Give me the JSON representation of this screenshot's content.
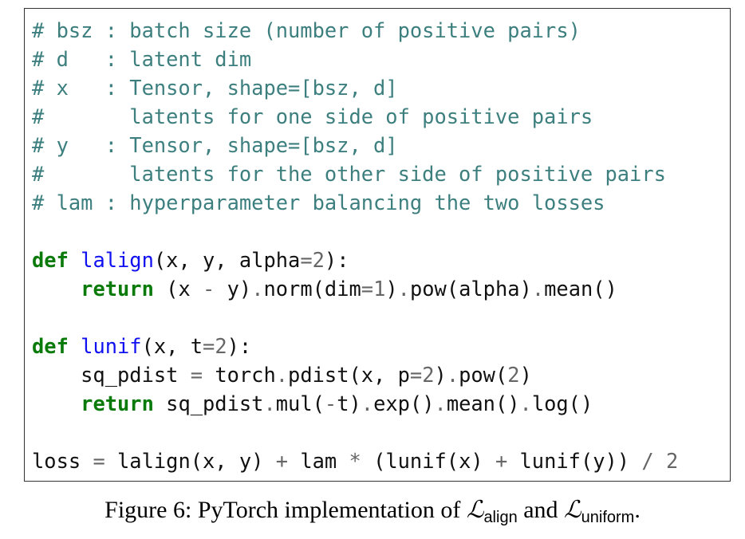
{
  "code_lines": [
    [
      [
        "cm",
        "# bsz : batch size (number of positive pairs)"
      ]
    ],
    [
      [
        "cm",
        "# d   : latent dim"
      ]
    ],
    [
      [
        "cm",
        "# x   : Tensor, shape=[bsz, d]"
      ]
    ],
    [
      [
        "cm",
        "#       latents for one side of positive pairs"
      ]
    ],
    [
      [
        "cm",
        "# y   : Tensor, shape=[bsz, d]"
      ]
    ],
    [
      [
        "cm",
        "#       latents for the other side of positive pairs"
      ]
    ],
    [
      [
        "cm",
        "# lam : hyperparameter balancing the two losses"
      ]
    ],
    [],
    [
      [
        "kw",
        "def"
      ],
      [
        "tx",
        " "
      ],
      [
        "fn",
        "lalign"
      ],
      [
        "tx",
        "(x, y, alpha"
      ],
      [
        "op",
        "="
      ],
      [
        "nm",
        "2"
      ],
      [
        "tx",
        "):"
      ]
    ],
    [
      [
        "tx",
        "    "
      ],
      [
        "kw",
        "return"
      ],
      [
        "tx",
        " (x "
      ],
      [
        "op",
        "-"
      ],
      [
        "tx",
        " y)"
      ],
      [
        "op",
        "."
      ],
      [
        "tx",
        "norm(dim"
      ],
      [
        "op",
        "="
      ],
      [
        "nm",
        "1"
      ],
      [
        "tx",
        ")"
      ],
      [
        "op",
        "."
      ],
      [
        "tx",
        "pow(alpha)"
      ],
      [
        "op",
        "."
      ],
      [
        "tx",
        "mean()"
      ]
    ],
    [],
    [
      [
        "kw",
        "def"
      ],
      [
        "tx",
        " "
      ],
      [
        "fn",
        "lunif"
      ],
      [
        "tx",
        "(x, t"
      ],
      [
        "op",
        "="
      ],
      [
        "nm",
        "2"
      ],
      [
        "tx",
        "):"
      ]
    ],
    [
      [
        "tx",
        "    sq_pdist "
      ],
      [
        "op",
        "="
      ],
      [
        "tx",
        " torch"
      ],
      [
        "op",
        "."
      ],
      [
        "tx",
        "pdist(x, p"
      ],
      [
        "op",
        "="
      ],
      [
        "nm",
        "2"
      ],
      [
        "tx",
        ")"
      ],
      [
        "op",
        "."
      ],
      [
        "tx",
        "pow("
      ],
      [
        "nm",
        "2"
      ],
      [
        "tx",
        ")"
      ]
    ],
    [
      [
        "tx",
        "    "
      ],
      [
        "kw",
        "return"
      ],
      [
        "tx",
        " sq_pdist"
      ],
      [
        "op",
        "."
      ],
      [
        "tx",
        "mul("
      ],
      [
        "op",
        "-"
      ],
      [
        "tx",
        "t)"
      ],
      [
        "op",
        "."
      ],
      [
        "tx",
        "exp()"
      ],
      [
        "op",
        "."
      ],
      [
        "tx",
        "mean()"
      ],
      [
        "op",
        "."
      ],
      [
        "tx",
        "log()"
      ]
    ],
    [],
    [
      [
        "tx",
        "loss "
      ],
      [
        "op",
        "="
      ],
      [
        "tx",
        " lalign(x, y) "
      ],
      [
        "op",
        "+"
      ],
      [
        "tx",
        " lam "
      ],
      [
        "op",
        "*"
      ],
      [
        "tx",
        " (lunif(x) "
      ],
      [
        "op",
        "+"
      ],
      [
        "tx",
        " lunif(y)) "
      ],
      [
        "op",
        "/"
      ],
      [
        "tx",
        " "
      ],
      [
        "nm",
        "2"
      ]
    ]
  ],
  "caption": {
    "prefix": "Figure 6: PyTorch implementation of ",
    "sym1": "ℒ",
    "sub1": "align",
    "mid": " and ",
    "sym2": "ℒ",
    "sub2": "uniform",
    "suffix": "."
  },
  "colors": {
    "comment": "#3d7f7f",
    "keyword": "#0a7a0a",
    "function": "#1010f0",
    "operator": "#666666"
  }
}
